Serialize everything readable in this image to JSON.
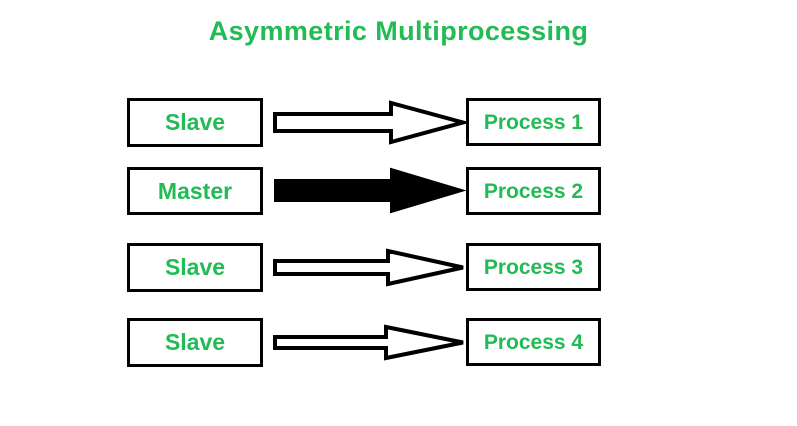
{
  "title": "Asymmetric Multiprocessing",
  "colors": {
    "accent_green": "#22bb55",
    "outline_black": "#000000",
    "background": "#ffffff",
    "arrow_fill_hollow": "#ffffff",
    "arrow_fill_solid": "#000000"
  },
  "rows": [
    {
      "source_label": "Slave",
      "target_label": "Process 1",
      "arrow_style": "hollow",
      "arrow_name": "arrow-slave-to-process-1"
    },
    {
      "source_label": "Master",
      "target_label": "Process 2",
      "arrow_style": "solid",
      "arrow_name": "arrow-master-to-process-2"
    },
    {
      "source_label": "Slave",
      "target_label": "Process 3",
      "arrow_style": "hollow",
      "arrow_name": "arrow-slave-to-process-3"
    },
    {
      "source_label": "Slave",
      "target_label": "Process 4",
      "arrow_style": "hollow",
      "arrow_name": "arrow-slave-to-process-4"
    }
  ]
}
